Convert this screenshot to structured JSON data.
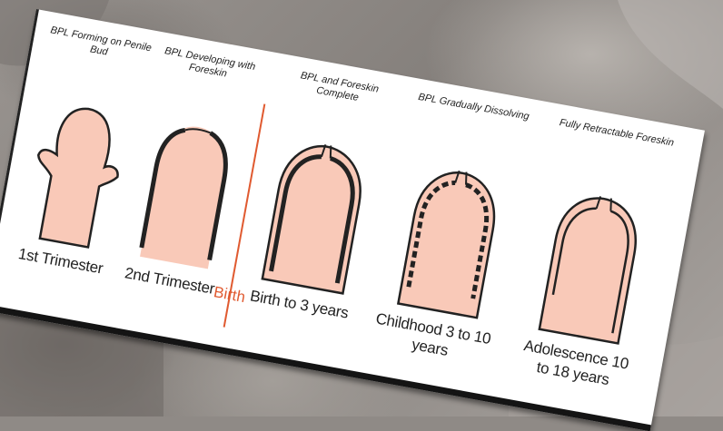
{
  "stages": [
    {
      "caption": "BPL Forming on Penile Bud",
      "label": "1st Trimester"
    },
    {
      "caption": "BPL Developing with Foreskin",
      "label": "2nd Trimester"
    },
    {
      "caption": "BPL and Foreskin Complete",
      "label": "Birth to 3 years"
    },
    {
      "caption": "BPL Gradually Dissolving",
      "label": "Childhood 3 to 10 years"
    },
    {
      "caption": "Fully Retractable Foreskin",
      "label": "Adolescence 10 to 18 years"
    }
  ],
  "birth_marker": "Birth",
  "bottom_text": "",
  "colors": {
    "skin": "#f9c9b8",
    "outline": "#222222",
    "divider": "#e05a30",
    "background": "#8f8a86",
    "bottom_text": "#b5224a"
  }
}
